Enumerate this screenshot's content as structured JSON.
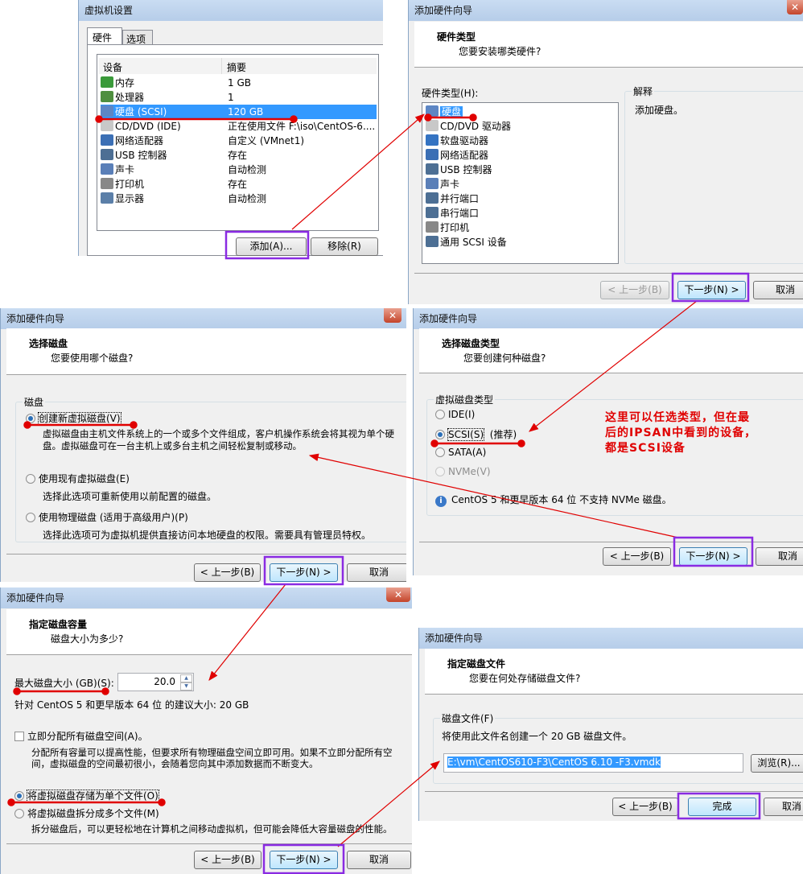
{
  "vm_settings": {
    "title": "虚拟机设置",
    "tabs": [
      "硬件",
      "选项"
    ],
    "columns": [
      "设备",
      "摘要"
    ],
    "devices": [
      {
        "name": "内存",
        "summary": "1 GB",
        "icon": "memory-icon"
      },
      {
        "name": "处理器",
        "summary": "1",
        "icon": "cpu-icon"
      },
      {
        "name": "硬盘 (SCSI)",
        "summary": "120 GB",
        "icon": "hard-disk-icon",
        "selected": true
      },
      {
        "name": "CD/DVD (IDE)",
        "summary": "正在使用文件 F:\\iso\\CentOS-6....",
        "icon": "cd-icon"
      },
      {
        "name": "网络适配器",
        "summary": "自定义 (VMnet1)",
        "icon": "network-icon"
      },
      {
        "name": "USB 控制器",
        "summary": "存在",
        "icon": "usb-icon"
      },
      {
        "name": "声卡",
        "summary": "自动检测",
        "icon": "sound-icon"
      },
      {
        "name": "打印机",
        "summary": "存在",
        "icon": "printer-icon"
      },
      {
        "name": "显示器",
        "summary": "自动检测",
        "icon": "display-icon"
      }
    ],
    "add_button": "添加(A)...",
    "remove_button": "移除(R)"
  },
  "wizard_title": "添加硬件向导",
  "buttons": {
    "back": "< 上一步(B)",
    "next": "下一步(N) >",
    "cancel": "取消",
    "finish": "完成"
  },
  "hardware_type": {
    "heading": "硬件类型",
    "subheading": "您要安装哪类硬件?",
    "list_label": "硬件类型(H):",
    "items": [
      {
        "name": "硬盘",
        "icon": "hard-disk-icon",
        "selected": true
      },
      {
        "name": "CD/DVD 驱动器",
        "icon": "cd-icon"
      },
      {
        "name": "软盘驱动器",
        "icon": "floppy-icon"
      },
      {
        "name": "网络适配器",
        "icon": "network-icon"
      },
      {
        "name": "USB 控制器",
        "icon": "usb-icon"
      },
      {
        "name": "声卡",
        "icon": "sound-icon"
      },
      {
        "name": "并行端口",
        "icon": "parallel-port-icon"
      },
      {
        "name": "串行端口",
        "icon": "serial-port-icon"
      },
      {
        "name": "打印机",
        "icon": "printer-icon"
      },
      {
        "name": "通用 SCSI 设备",
        "icon": "scsi-icon"
      }
    ],
    "explain_label": "解释",
    "explain_text": "添加硬盘。"
  },
  "select_disk": {
    "heading": "选择磁盘",
    "subheading": "您要使用哪个磁盘?",
    "group": "磁盘",
    "options": [
      {
        "label": "创建新虚拟磁盘(V)",
        "desc": "虚拟磁盘由主机文件系统上的一个或多个文件组成，客户机操作系统会将其视为单个硬盘。虚拟磁盘可在一台主机上或多台主机之间轻松复制或移动。",
        "checked": true
      },
      {
        "label": "使用现有虚拟磁盘(E)",
        "desc": "选择此选项可重新使用以前配置的磁盘。",
        "checked": false
      },
      {
        "label": "使用物理磁盘 (适用于高级用户)(P)",
        "desc": "选择此选项可为虚拟机提供直接访问本地硬盘的权限。需要具有管理员特权。",
        "checked": false
      }
    ]
  },
  "disk_type": {
    "heading": "选择磁盘类型",
    "subheading": "您要创建何种磁盘?",
    "group": "虚拟磁盘类型",
    "options": [
      {
        "label": "IDE(I)",
        "checked": false,
        "enabled": true
      },
      {
        "label": "SCSI(S)",
        "suffix": "(推荐)",
        "checked": true,
        "enabled": true
      },
      {
        "label": "SATA(A)",
        "checked": false,
        "enabled": true
      },
      {
        "label": "NVMe(V)",
        "checked": false,
        "enabled": false
      }
    ],
    "info": "CentOS 5 和更早版本 64 位 不支持 NVMe 磁盘。",
    "annotation": "这里可以任选类型，但在最后的IPSAN中看到的设备，都是SCSI设备",
    "annotation_lines": [
      "这里可以任选类型，但在最",
      "后的IPSAN中看到的设备，",
      "都是SCSI设备"
    ]
  },
  "disk_capacity": {
    "heading": "指定磁盘容量",
    "subheading": "磁盘大小为多少?",
    "size_label": "最大磁盘大小 (GB)(S):",
    "size_value": "20.0",
    "recommend": "针对 CentOS 5 和更早版本 64 位 的建议大小: 20 GB",
    "allocate_label": "立即分配所有磁盘空间(A)。",
    "allocate_checked": false,
    "allocate_desc": [
      "分配所有容量可以提高性能，但要求所有物理磁盘空间立即可用。如果不立即分配所有空",
      "间，虚拟磁盘的空间最初很小，会随着您向其中添加数据而不断变大。"
    ],
    "single_file": "将虚拟磁盘存储为单个文件(O)",
    "multi_file": "将虚拟磁盘拆分成多个文件(M)",
    "multi_desc": "拆分磁盘后，可以更轻松地在计算机之间移动虚拟机，但可能会降低大容量磁盘的性能。",
    "selected": "single"
  },
  "disk_file": {
    "heading": "指定磁盘文件",
    "subheading": "您要在何处存储磁盘文件?",
    "group": "磁盘文件(F)",
    "text": "将使用此文件名创建一个 20 GB 磁盘文件。",
    "path": "E:\\vm\\CentOS610-F3\\CentOS 6.10 -F3.vmdk",
    "browse": "浏览(R)..."
  },
  "colors": {
    "annotation_red": "#e00000",
    "highlight_purple": "#8a2be2",
    "selection_blue": "#3399ff"
  }
}
